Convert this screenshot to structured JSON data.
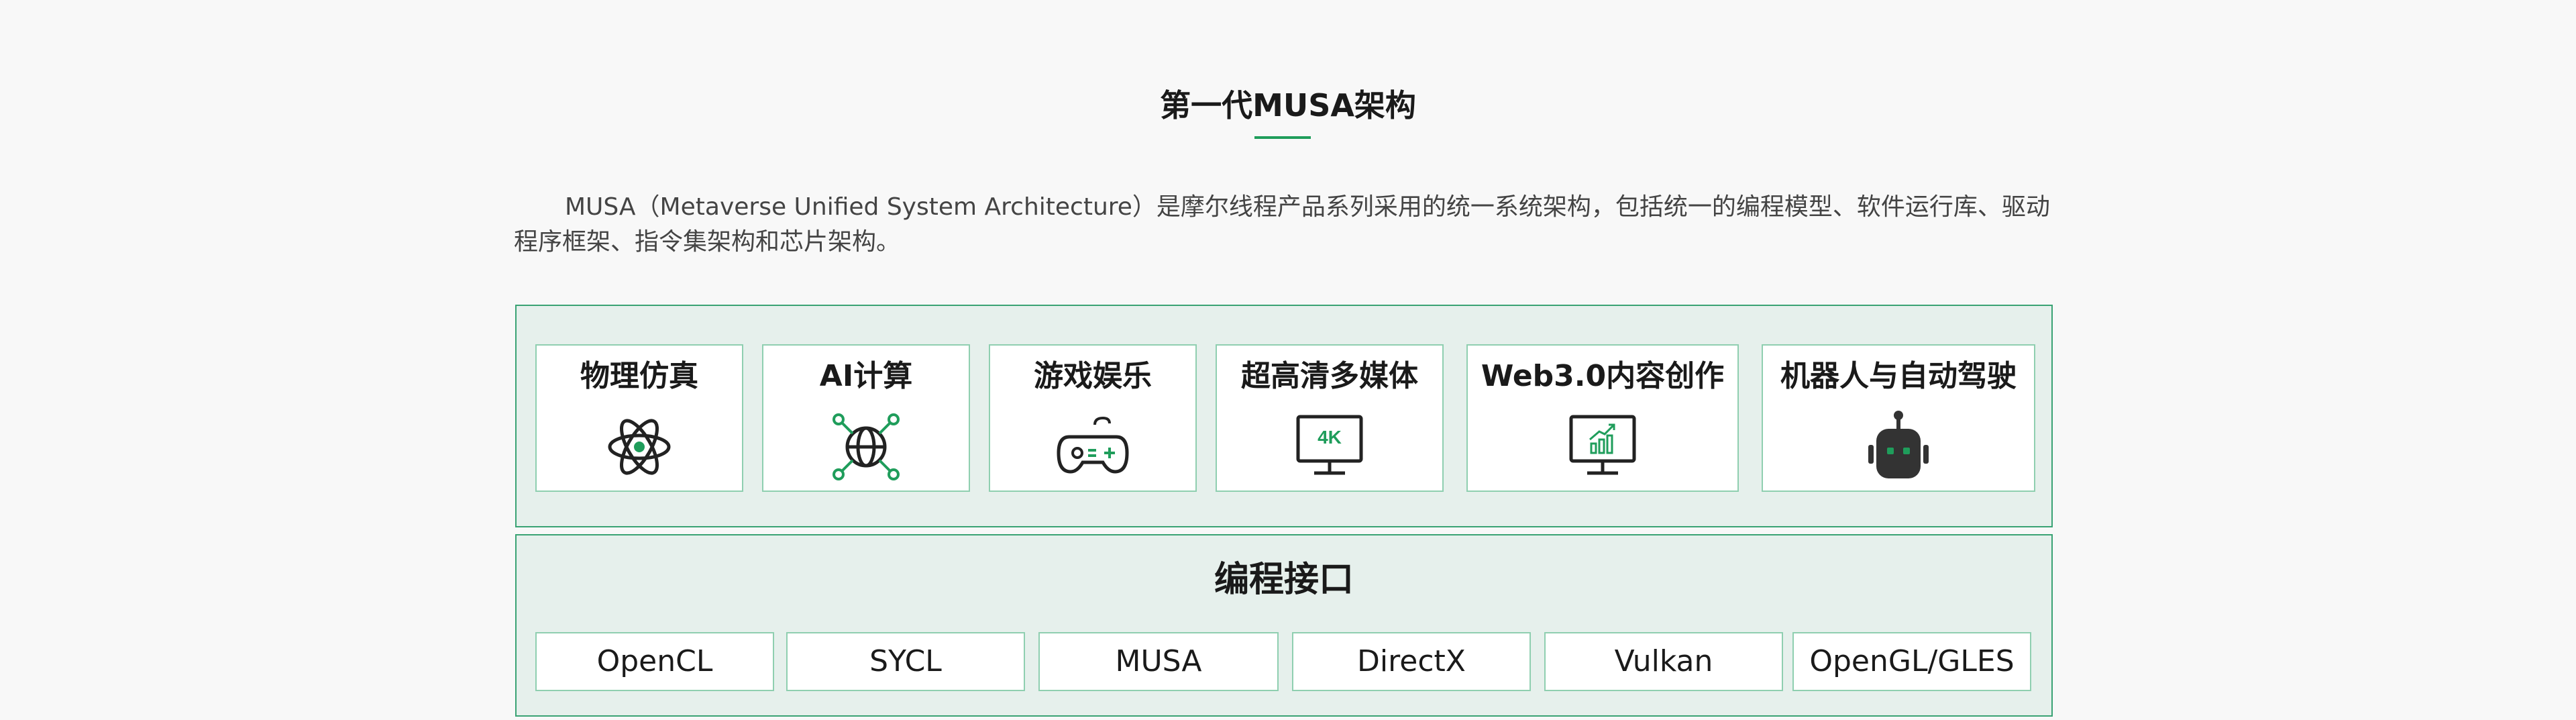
{
  "title": "第一代MUSA架构",
  "intro": "MUSA（Metaverse Unified System Architecture）是摩尔线程产品系列采用的统一系统架构，包括统一的编程模型、软件运行库、驱动程序框架、指令集架构和芯片架构。",
  "applications": [
    {
      "label": "物理仿真",
      "icon": "atom-icon"
    },
    {
      "label": "AI计算",
      "icon": "ai-globe-icon"
    },
    {
      "label": "游戏娱乐",
      "icon": "gamepad-icon"
    },
    {
      "label": "超高清多媒体",
      "icon": "monitor-4k-icon",
      "badge": "4K"
    },
    {
      "label": "Web3.0内容创作",
      "icon": "monitor-chart-icon"
    },
    {
      "label": "机器人与自动驾驶",
      "icon": "robot-icon"
    }
  ],
  "api": {
    "title": "编程接口",
    "items": [
      "OpenCL",
      "SYCL",
      "MUSA",
      "DirectX",
      "Vulkan",
      "OpenGL/GLES"
    ]
  },
  "colors": {
    "accent": "#1f9d5b",
    "panel_bg": "#e6f0ec",
    "panel_border": "#3aa374",
    "card_border": "#8fcfb0"
  }
}
